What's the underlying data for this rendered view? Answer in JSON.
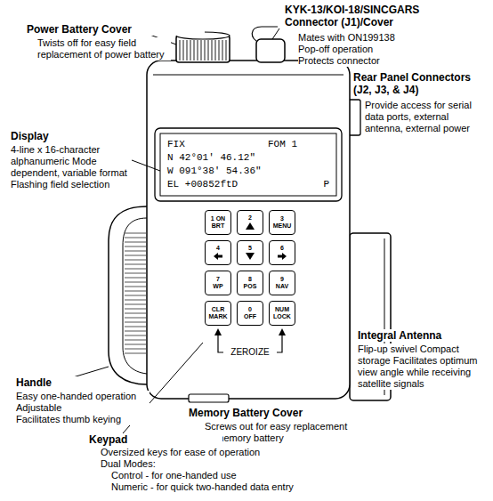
{
  "diagram": {
    "nodes": [
      {
        "text": [
          "FIX",
          "FOM 1",
          "N 42°01' 46.12\"",
          "W 091°38' 54.36\"",
          "EL +00852ftD",
          "P"
        ]
      },
      {
        "text": [
          "1 ON",
          "BRT"
        ]
      },
      {
        "text": [
          "2"
        ]
      },
      {
        "text": [
          "3",
          "MENU"
        ]
      },
      {
        "text": [
          "4"
        ]
      },
      {
        "text": [
          "5"
        ]
      },
      {
        "text": [
          "6"
        ]
      },
      {
        "text": [
          "7",
          "WP"
        ]
      },
      {
        "text": [
          "8",
          "POS"
        ]
      },
      {
        "text": [
          "9",
          "NAV"
        ]
      },
      {
        "text": [
          "CLR",
          "MARK"
        ]
      },
      {
        "text": [
          "0",
          "OFF"
        ]
      },
      {
        "text": [
          "NUM LOCK"
        ]
      }
    ],
    "labels": [
      "KYK-13/KOI-18/SINCGARS Connector (J1)/Cover",
      "Mates with ON199138",
      "Pop-off operation",
      "Protects connector",
      "Power Battery Cover",
      "Twists off for easy field replacement of power battery",
      "Rear Panel Connectors (J2, J3, & J4)",
      "Provide access for serial data ports, external antenna, external power",
      "Display",
      "4-line x 16-character alphanumeric Mode dependent, variable format Flashing field selection",
      "ZEROIZE",
      "Integral Antenna",
      "Flip-up swivel Compact storage Facilitates optimum view angle while receiving satellite signals",
      "Handle",
      "Easy one-handed operation",
      "Adjustable",
      "Facilitates thumb keying",
      "Memory Battery Cover",
      "Screws out for easy replacement of memory battery",
      "Keypad",
      "Oversized keys for ease of operation",
      "Dual Modes:",
      "Control - for one-handed use",
      "Numeric - for quick two-handed data entry"
    ]
  }
}
